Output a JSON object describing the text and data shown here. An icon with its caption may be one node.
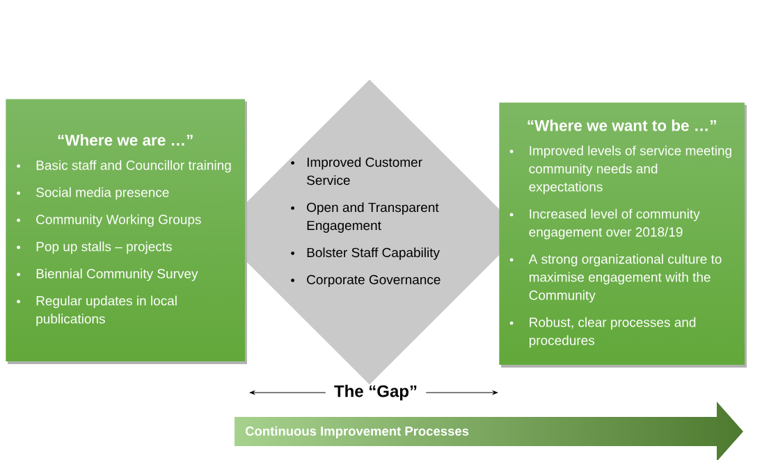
{
  "diagram": {
    "nodes": [
      {
        "text": [
          "“Where we are …”",
          "Basic staff and Councillor training",
          "Social media presence",
          "Community Working Groups",
          "Pop up stalls – projects",
          "Biennial Community Survey",
          "Regular updates in local publications"
        ]
      },
      {
        "text": [
          "Improved Customer Service",
          "Open and Transparent Engagement",
          "Bolster Staff Capability",
          "Corporate Governance"
        ]
      },
      {
        "text": [
          "“Where we want to be …”",
          "Improved levels of service meeting community needs and expectations",
          "Increased level of community engagement over 2018/19",
          "A strong organizational culture to maximise engagement with the Community",
          "Robust, clear processes and procedures"
        ]
      },
      {
        "text": [
          "The “Gap”"
        ]
      },
      {
        "text": [
          "Continuous Improvement Processes"
        ]
      }
    ],
    "edges": [
      {
        "from": 3,
        "to": null,
        "arrow": "to"
      },
      {
        "from": 3,
        "to": null,
        "arrow": "to"
      }
    ]
  }
}
